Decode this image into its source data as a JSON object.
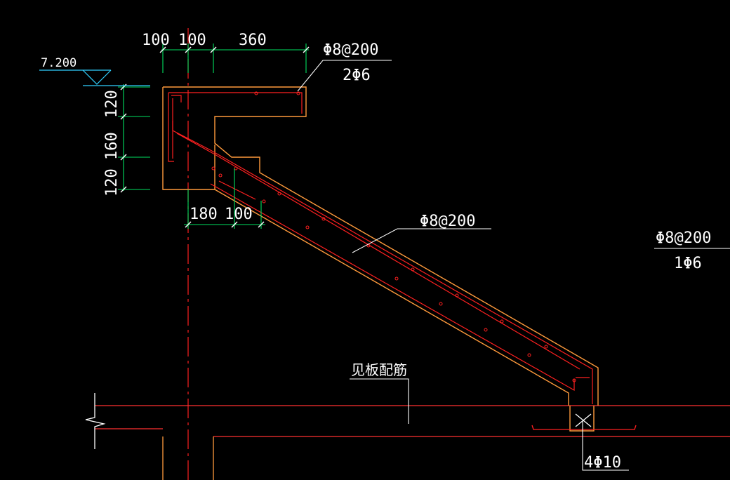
{
  "drawing": {
    "level_mark": "7.200",
    "top_dimensions": [
      "100",
      "100",
      "360"
    ],
    "vertical_dimensions": [
      "120",
      "160",
      "120"
    ],
    "bottom_dimensions": [
      "180",
      "100"
    ],
    "labels": {
      "top_rebar_main": "Φ8@200",
      "top_rebar_dist": "2Φ6",
      "slab_rebar": "Φ8@200",
      "right_rebar_main": "Φ8@200",
      "right_rebar_dist": "1Φ6",
      "see_slab_reinforcement": "见板配筋",
      "beam_rebar": "4Φ10"
    },
    "colors": {
      "background": "#000000",
      "concrete_outline": "#ff9a3c",
      "rebar": "#ff2020",
      "dimension": "#00e060",
      "leader": "#ffffff",
      "level": "#30d0ff"
    }
  }
}
